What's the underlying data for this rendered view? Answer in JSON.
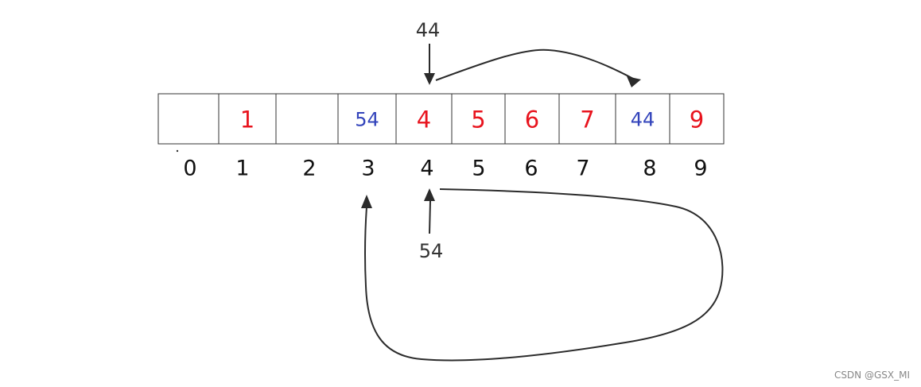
{
  "array": {
    "cells": [
      {
        "value": "",
        "color": "#e8141e"
      },
      {
        "value": "1",
        "color": "#e8141e"
      },
      {
        "value": "",
        "color": "#e8141e"
      },
      {
        "value": "54",
        "color": "#3344bb"
      },
      {
        "value": "4",
        "color": "#e8141e"
      },
      {
        "value": "5",
        "color": "#e8141e"
      },
      {
        "value": "6",
        "color": "#e8141e"
      },
      {
        "value": "7",
        "color": "#e8141e"
      },
      {
        "value": "44",
        "color": "#3344bb"
      },
      {
        "value": "9",
        "color": "#e8141e"
      }
    ],
    "indices": [
      "0",
      "1",
      "2",
      "3",
      "4",
      "5",
      "6",
      "7",
      "8",
      "9"
    ]
  },
  "pointers": {
    "top_label": "44",
    "bottom_label": "54"
  },
  "watermark": "CSDN @GSX_MI",
  "colors": {
    "value_red": "#e8141e",
    "value_blue": "#3344bb",
    "arrow": "#2b2b2b"
  }
}
